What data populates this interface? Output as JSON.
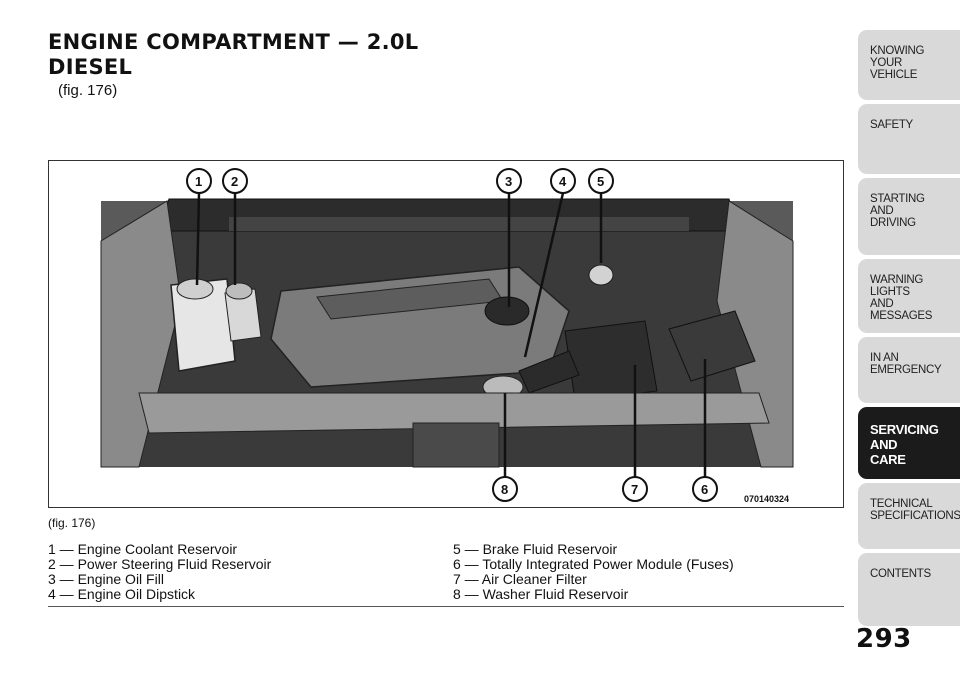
{
  "heading": {
    "line1": "ENGINE COMPARTMENT — 2.0L",
    "line2": "DIESEL"
  },
  "fig_ref_top": "(fig. 176)",
  "figure": {
    "code": "070140324",
    "callouts": [
      "1",
      "2",
      "3",
      "4",
      "5",
      "6",
      "7",
      "8"
    ]
  },
  "fig_caption": "(fig. 176)",
  "legend": {
    "left": [
      "1 — Engine Coolant Reservoir",
      "2 — Power Steering Fluid Reservoir",
      "3 — Engine Oil Fill",
      "4 — Engine Oil Dipstick"
    ],
    "right": [
      "5 — Brake Fluid Reservoir",
      "6 — Totally Integrated Power Module (Fuses)",
      "7 — Air Cleaner Filter",
      "8 — Washer Fluid Reservoir"
    ]
  },
  "page_number": "293",
  "side_tabs": [
    {
      "lines": [
        "KNOWING",
        "YOUR",
        "VEHICLE"
      ],
      "active": false
    },
    {
      "lines": [
        "SAFETY"
      ],
      "active": false
    },
    {
      "lines": [
        "STARTING",
        "AND",
        "DRIVING"
      ],
      "active": false
    },
    {
      "lines": [
        "WARNING",
        "LIGHTS",
        "AND",
        "MESSAGES"
      ],
      "active": false
    },
    {
      "lines": [
        "IN AN",
        "EMERGENCY"
      ],
      "active": false
    },
    {
      "lines": [
        "SERVICING",
        "AND",
        "CARE"
      ],
      "active": true
    },
    {
      "lines": [
        "TECHNICAL",
        "SPECIFICATIONS"
      ],
      "active": false
    },
    {
      "lines": [
        "CONTENTS"
      ],
      "active": false
    }
  ]
}
